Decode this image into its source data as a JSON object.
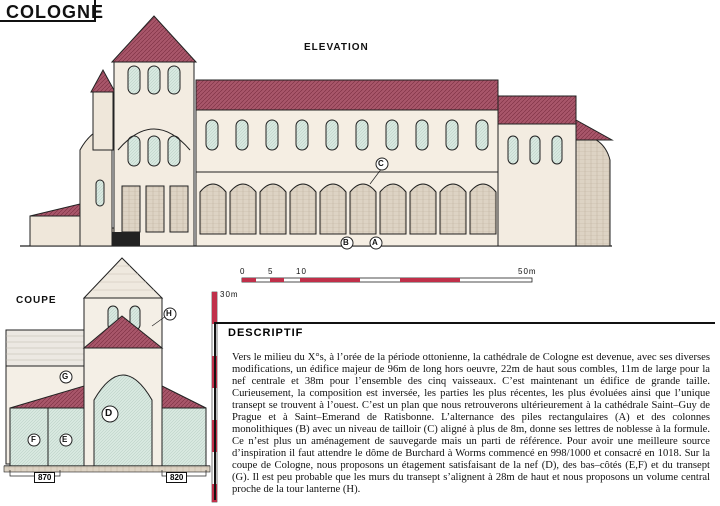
{
  "title": "COLOGNE",
  "labels": {
    "elevation": "ELEVATION",
    "coupe": "COUPE",
    "descriptif": "DESCRIPTIF"
  },
  "scale": {
    "ticks": [
      "0",
      "5",
      "10",
      "50m"
    ],
    "height_label": "30m"
  },
  "letters": {
    "A": "A",
    "B": "B",
    "C": "C",
    "D": "D",
    "E": "E",
    "F": "F",
    "G": "G",
    "H": "H"
  },
  "dims": {
    "left": "870",
    "right": "820"
  },
  "description": "Vers le milieu du X°s, à l’orée de la période ottonienne, la cathédrale de Cologne est devenue, avec ses diverses modifications, un édifice majeur de 96m de long hors oeuvre, 22m de haut sous combles, 11m de large pour la nef centrale et 38m pour l’ensemble des cinq vaisseaux. C’est maintenant un édifice de grande taille. Curieusement, la composition est inversée, les parties les plus récentes, les plus évoluées ainsi que l’unique transept se trouvent à l’ouest. C’est un plan que nous retrouverons ultérieurement à la cathédrale Saint–Guy de Prague et à Saint–Emerand de Ratisbonne. L’alternance des piles rectangulaires (A) et des colonnes monolithiques (B) avec un niveau de tailloir (C) aligné à plus de 8m, donne ses lettres de noblesse à la formule. Ce n’est plus un aménagement de sauvegarde mais un parti de référence. Pour avoir une meilleure source d’inspiration il faut attendre le dôme de Burchard à Worms commencé en 998/1000 et consacré en 1018. Sur la coupe de Cologne, nous proposons un étagement satisfaisant de la nef (D), des bas–côtés (E,F) et du transept (G). Il est peu probable que les murs du transept s’alignent à 28m de haut et nous proposons un volume central proche de la tour lanterne (H).",
  "colors": {
    "roof": "#9c4a5a",
    "wall": "#f6efe6",
    "stone": "#cfc6b8",
    "scale_red": "#c0304a",
    "glass": "#d6e6df"
  }
}
